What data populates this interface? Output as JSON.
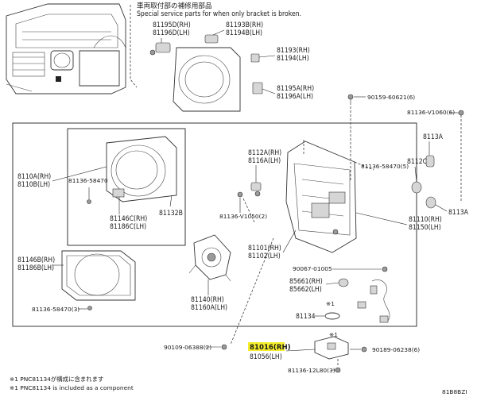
{
  "header": {
    "jp": "車両取付部の補修用部品",
    "en": "Special service parts for when only bracket is broken."
  },
  "labels": {
    "p81195d": "81195D(RH)",
    "p81196d": "81196D(LH)",
    "p81193b": "81193B(RH)",
    "p81194b": "81194B(LH)",
    "p81193": "81193(RH)",
    "p81194": "81194(LH)",
    "p81195a": "81195A(RH)",
    "p81196a": "81196A(LH)",
    "p90159": "90159-60621(6)",
    "p81136_v1060": "81136-V1060(6)",
    "p81112a": "8112A(RH)",
    "p81116a": "8116A(LH)",
    "p81136_58470_5": "81136-58470(5)",
    "p8113a_top": "8113A",
    "p8112c": "8112C",
    "p8113a_right": "8113A",
    "p8110a": "8110A(RH)",
    "p8110b": "8110B(LH)",
    "p81136_58470": "81136-58470",
    "p81146c": "81146C(RH)",
    "p81186c": "81186C(LH)",
    "p81132b": "81132B",
    "p81136_v1050": "81136-V1050(2)",
    "p81110": "81110(RH)",
    "p81150": "81150(LH)",
    "p81146b": "81146B(RH)",
    "p81186b": "81186B(LH)",
    "p81101": "81101(RH)",
    "p81102": "81102(LH)",
    "p90067": "90067-01005",
    "p85661": "85661(RH)",
    "p85662": "85662(LH)",
    "p81136_58470_3": "81136-58470(3)",
    "p81140": "81140(RH)",
    "p81160a": "81160A(LH)",
    "p81134": "81134",
    "p90109": "90109-06388(2)",
    "p81016": "81016(RH)",
    "p81056": "81056(LH)",
    "p90189": "90189-06238(6)",
    "p81136_12l80": "81136-12L80(3)",
    "mark_1a": "※1",
    "mark_1b": "※1"
  },
  "footnotes": {
    "jp": "※1 PNC81134が構成に含まれます",
    "en": "※1 PNC81134 is included as a component"
  },
  "diagram_id": "81B8BZI",
  "colors": {
    "highlight": "#f6ee2b",
    "line": "#222222",
    "part_fill": "#9a9a9a"
  }
}
